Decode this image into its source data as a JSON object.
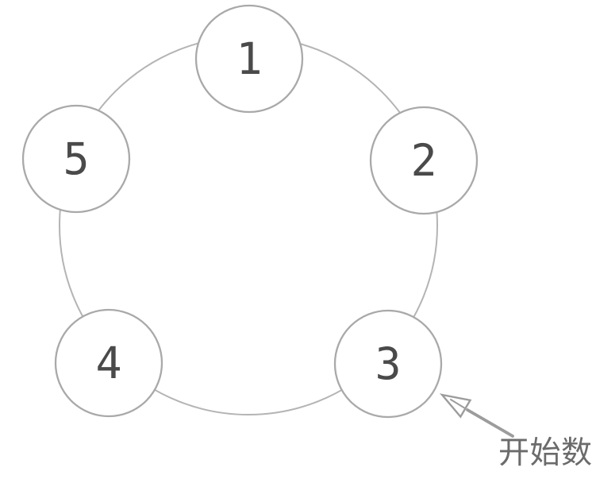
{
  "diagram": {
    "nodes": [
      {
        "label": "1"
      },
      {
        "label": "2"
      },
      {
        "label": "3"
      },
      {
        "label": "4"
      },
      {
        "label": "5"
      }
    ],
    "annotation": {
      "text": "开始数",
      "points_to_node": "3"
    },
    "colors": {
      "background": "#ffffff",
      "ring": "#b4b4b4",
      "node_border": "#a9a9a9",
      "node_fill": "#ffffff",
      "node_number": "#4a4a4a",
      "arrow": "#9c9c9c",
      "annotation_text": "#6b6b6b"
    }
  }
}
